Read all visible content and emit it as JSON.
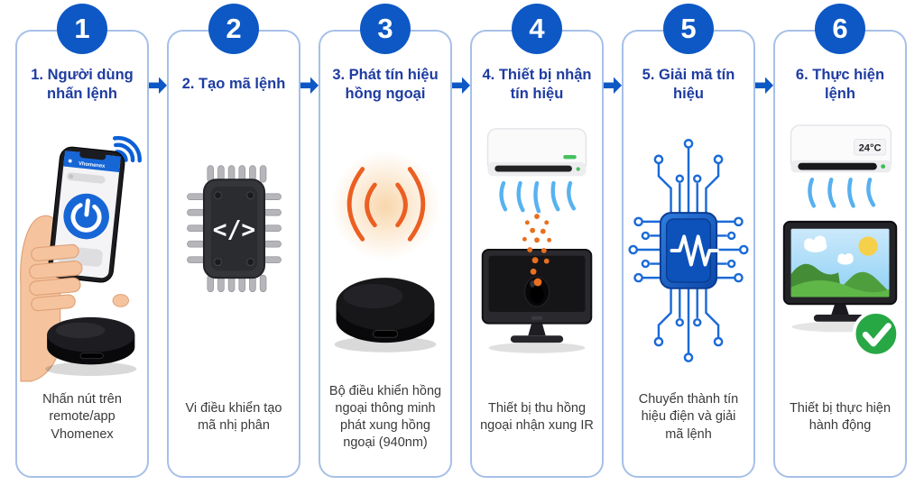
{
  "colors": {
    "badge_blue": "#0d58c4",
    "title_navy": "#1e3ca0",
    "arrow_blue": "#0d58c4",
    "panel_border": "#a6c0e8",
    "caption_gray": "#3a3a3c",
    "ir_orange": "#eb5f23",
    "airflow_blue": "#58b2f0",
    "check_green": "#28a745"
  },
  "steps": [
    {
      "number": "1",
      "title": "1. Người dùng nhấn lệnh",
      "caption": "Nhấn nút trên remote/app Vhomenex",
      "illustration": "hand-holding-phone-with-ir-blaster",
      "app_label": "Vhomenex"
    },
    {
      "number": "2",
      "title": "2. Tạo mã lệnh",
      "caption": "Vi điều khiển tạo mã nhị phân",
      "illustration": "microchip-with-code-symbol",
      "chip_symbol": "</>"
    },
    {
      "number": "3",
      "title": "3. Phát tín hiệu hồng ngoại",
      "caption": "Bộ điều khiển hồng ngoại thông minh phát xung hồng ngoại (940nm)",
      "illustration": "ir-blaster-emitting-waves"
    },
    {
      "number": "4",
      "title": "4. Thiết bị nhận tín hiệu",
      "caption": "Thiết bị thu hồng ngoại nhận xung IR",
      "illustration": "ac-and-tv-receiving-ir-pulses"
    },
    {
      "number": "5",
      "title": "5. Giải mã tín hiệu",
      "caption": "Chuyển thành tín hiệu điện và giải mã lệnh",
      "illustration": "blue-processor-decoding-signal"
    },
    {
      "number": "6",
      "title": "6. Thực hiện lệnh",
      "caption": "Thiết bị thực hiện hành động",
      "illustration": "devices-executing-command",
      "ac_temp": "24°C"
    }
  ]
}
